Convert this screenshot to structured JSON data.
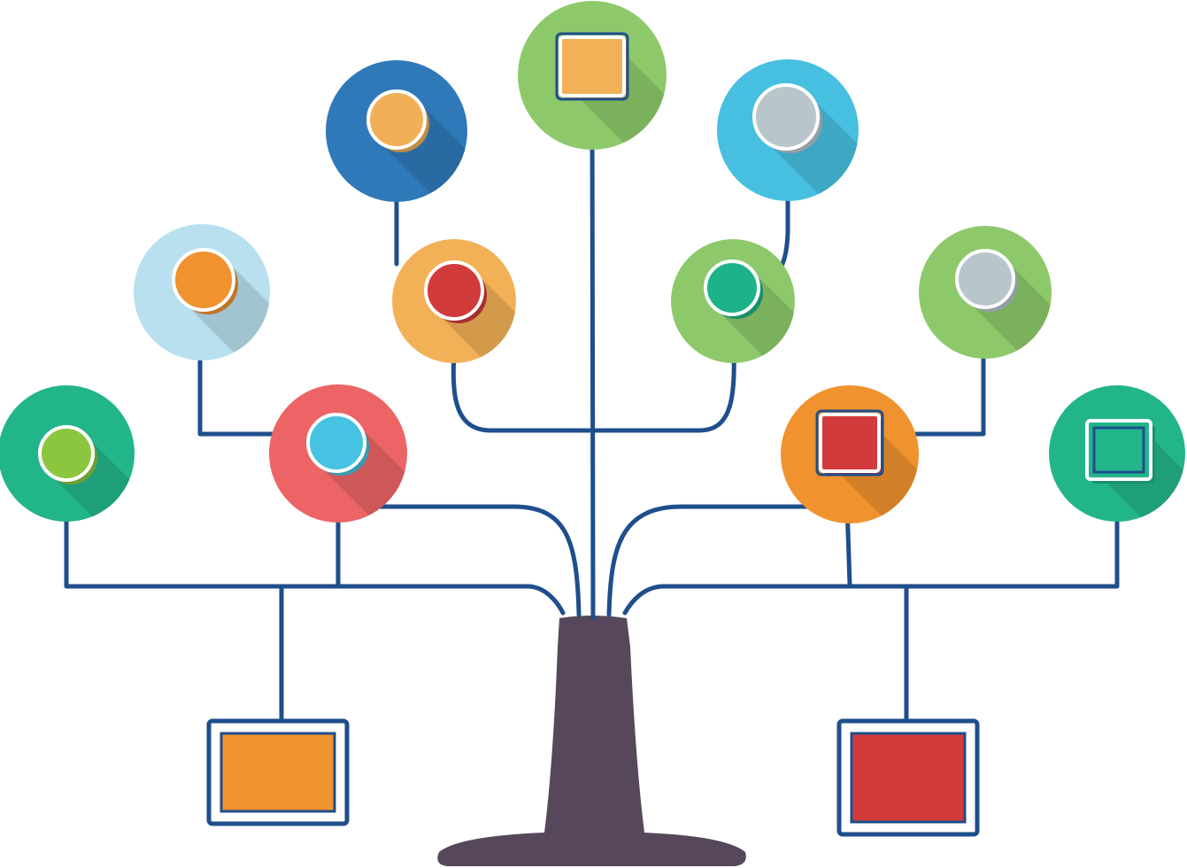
{
  "palette": {
    "line": "#1f4e8c",
    "trunk": "#56485a",
    "outline": "#ffffff"
  },
  "nodes": [
    {
      "id": "node-left-far",
      "shape": "circle",
      "color": "#22b58a",
      "inner": "circle",
      "inner_color": "#8cc63f"
    },
    {
      "id": "node-left-upper",
      "shape": "circle",
      "color": "#b8e0ee",
      "inner": "circle",
      "inner_color": "#f0922e"
    },
    {
      "id": "node-left-mid",
      "shape": "circle",
      "color": "#ec6466",
      "inner": "circle",
      "inner_color": "#46c2e3"
    },
    {
      "id": "node-top-left",
      "shape": "circle",
      "color": "#2f79b9",
      "inner": "circle",
      "inner_color": "#f1b057"
    },
    {
      "id": "node-center-left",
      "shape": "circle",
      "color": "#f2b157",
      "inner": "circle",
      "inner_color": "#d23b3b"
    },
    {
      "id": "node-top-center",
      "shape": "circle",
      "color": "#8dc96b",
      "inner": "square",
      "inner_color": "#f2b157"
    },
    {
      "id": "node-top-right",
      "shape": "circle",
      "color": "#47bfe0",
      "inner": "circle",
      "inner_color": "#b8c6cc"
    },
    {
      "id": "node-center-right",
      "shape": "circle",
      "color": "#8dc96b",
      "inner": "circle",
      "inner_color": "#1db38a"
    },
    {
      "id": "node-right-upper",
      "shape": "circle",
      "color": "#8dc96b",
      "inner": "circle",
      "inner_color": "#b8c6cc"
    },
    {
      "id": "node-right-mid",
      "shape": "circle",
      "color": "#f0922e",
      "inner": "square",
      "inner_color": "#d23b3b"
    },
    {
      "id": "node-right-far",
      "shape": "circle",
      "color": "#22b58a",
      "inner": "square",
      "inner_color": "#22b58a"
    },
    {
      "id": "leaf-box-left",
      "shape": "box",
      "color": "#f0922e"
    },
    {
      "id": "leaf-box-right",
      "shape": "box",
      "color": "#d23b3b"
    }
  ]
}
